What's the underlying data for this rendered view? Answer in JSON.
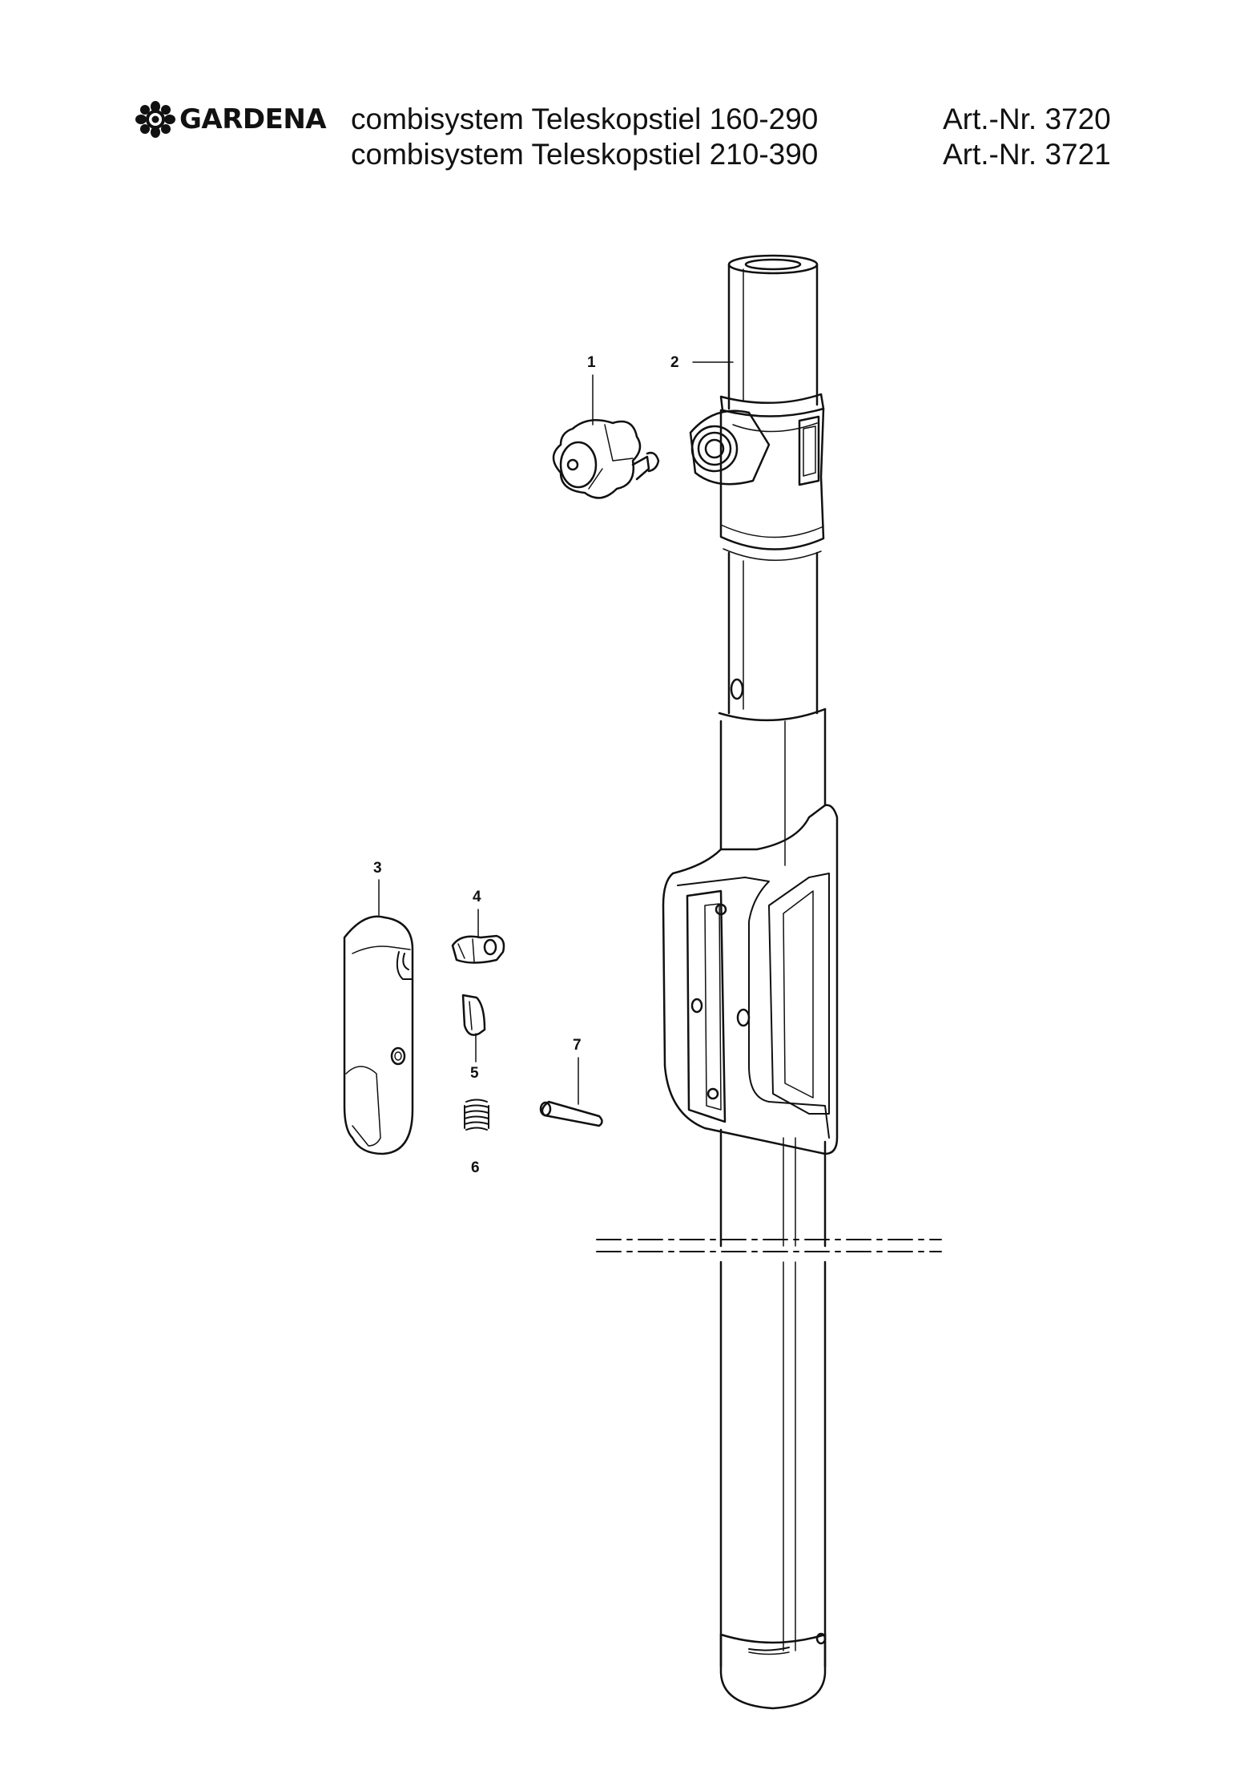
{
  "header": {
    "brand": "GARDENA",
    "title_1": "combisystem Teleskopstiel 160-290",
    "title_2": "combisystem Teleskopstiel 210-390",
    "article_1": "Art.-Nr. 3720",
    "article_2": "Art.-Nr. 3721"
  },
  "parts": {
    "p1": "1",
    "p2": "2",
    "p3": "3",
    "p4": "4",
    "p5": "5",
    "p6": "6",
    "p7": "7"
  }
}
